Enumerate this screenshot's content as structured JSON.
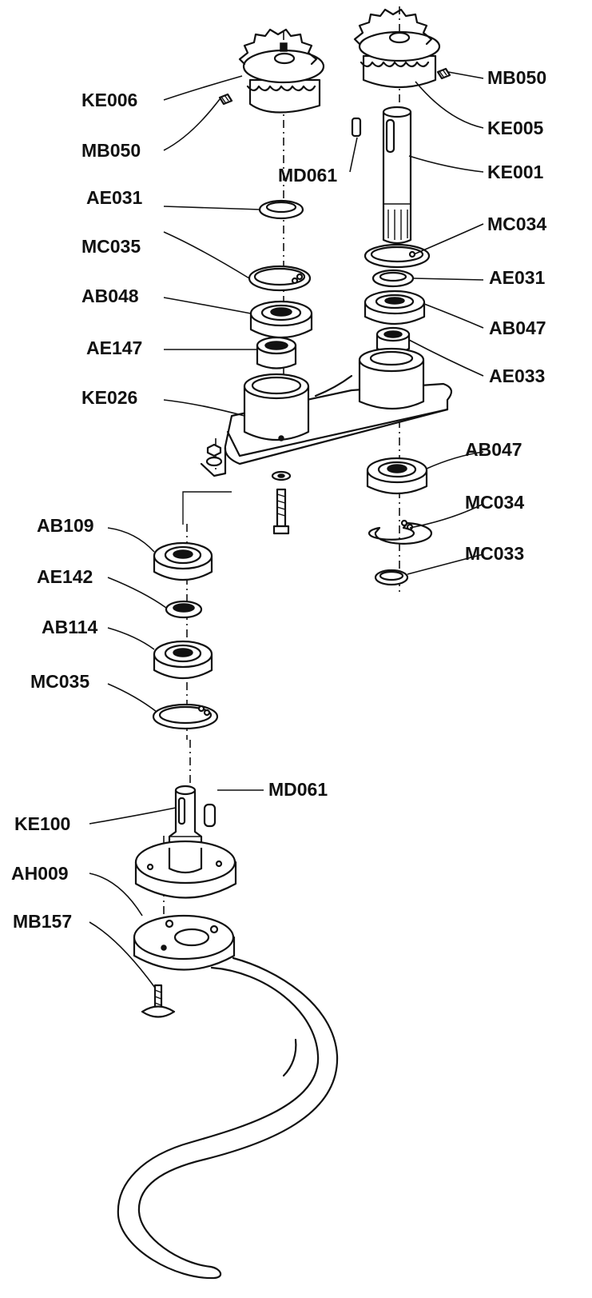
{
  "diagram": {
    "labels": {
      "ke006": "KE006",
      "mb050_left": "MB050",
      "mb050_right": "MB050",
      "ke005": "KE005",
      "md061_top": "MD061",
      "ke001": "KE001",
      "ae031_left": "AE031",
      "mc034_top": "MC034",
      "mc035_top": "MC035",
      "ae031_right": "AE031",
      "ab048": "AB048",
      "ab047_top": "AB047",
      "ae147": "AE147",
      "ae033": "AE033",
      "ke026": "KE026",
      "ab047_bottom": "AB047",
      "mc034_bottom": "MC034",
      "ab109": "AB109",
      "mc033": "MC033",
      "ae142": "AE142",
      "ab114": "AB114",
      "mc035_bottom": "MC035",
      "md061_bottom": "MD061",
      "ke100": "KE100",
      "ah009": "AH009",
      "mb157": "MB157"
    }
  }
}
